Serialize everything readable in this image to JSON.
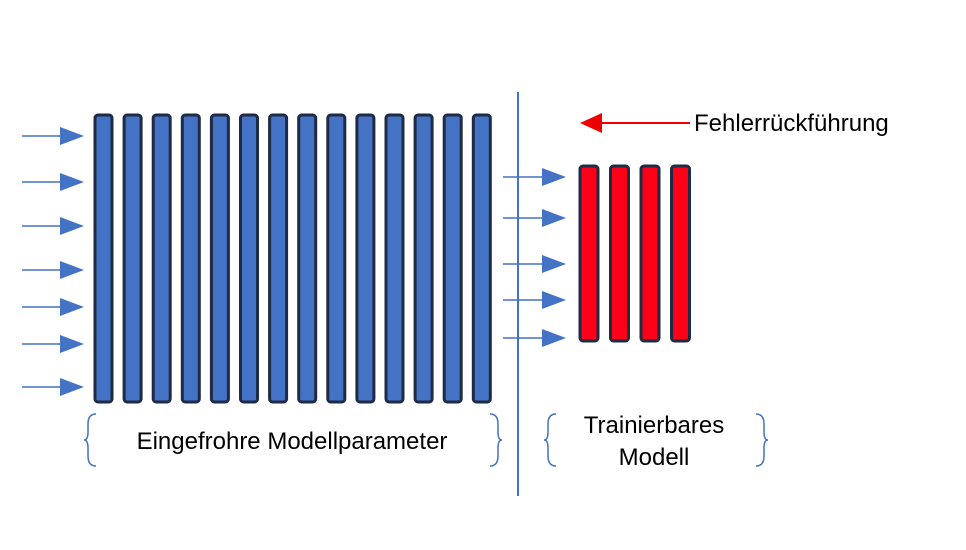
{
  "colors": {
    "frozen_fill": "#4472c4",
    "trainable_fill": "#ff0019",
    "bar_stroke": "#1f2a44",
    "arrow": "#4472c4",
    "backprop_arrow": "#ee0000",
    "divider": "#4472c4",
    "brace": "#4472c4"
  },
  "frozen_block": {
    "bar_count": 14,
    "input_arrow_count": 7,
    "label": "Eingefrohre Modellparameter"
  },
  "trainable_block": {
    "bar_count": 4,
    "input_arrow_count": 5,
    "label_line1": "Trainierbares",
    "label_line2": "Modell"
  },
  "backprop": {
    "label": "Fehlerrückführung"
  }
}
